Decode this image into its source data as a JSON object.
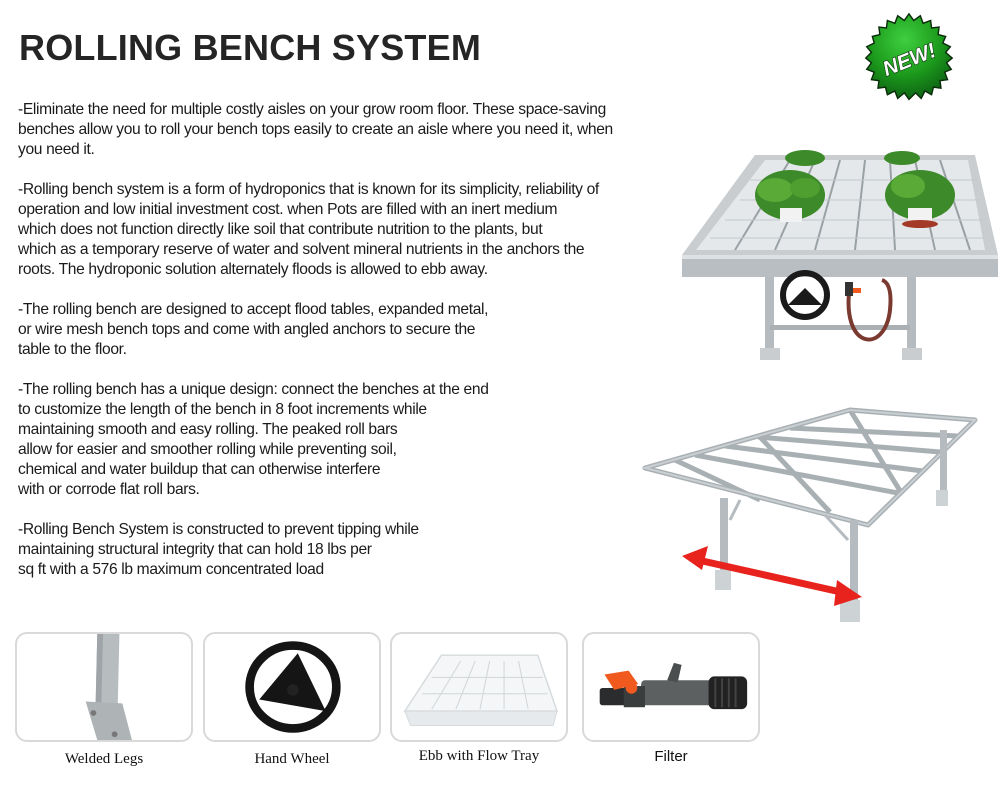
{
  "header": {
    "title": "ROLLING BENCH SYSTEM",
    "badge": {
      "label": "NEW!",
      "color": "#1f8a1f"
    }
  },
  "paragraphs": [
    "-Eliminate the need for multiple costly aisles on your grow room floor. These space-saving\nbenches allow you to roll your bench tops easily to create an aisle where you need it, when\nyou need it.",
    "-Rolling bench system is a form of hydroponics that is known for its simplicity, reliability of\noperation and low initial investment cost. when Pots are filled with an inert medium\nwhich does not function directly like soil that contribute nutrition to the plants, but\nwhich as a temporary reserve of water and solvent mineral nutrients in the anchors the\nroots. The hydroponic solution alternately floods is allowed to ebb away.",
    "-The rolling bench are designed to accept flood tables, expanded metal,\nor wire mesh bench tops and come with angled anchors to secure the\ntable to the floor.",
    "-The rolling bench has a unique design: connect the benches at the end\nto customize the length of the bench in 8 foot increments while\n maintaining smooth and easy rolling. The peaked roll bars\nallow for easier and smoother rolling while preventing soil,\nchemical and water buildup that can otherwise interfere\nwith or corrode flat roll bars.",
    "-Rolling Bench System is constructed to prevent tipping while\nmaintaining structural integrity that can hold 18 lbs per\nsq ft with a 576 lb maximum concentrated load"
  ],
  "photos": {
    "flood_table": {
      "description": "rolling bench with flood tray, potted plants, hand wheel and hose"
    },
    "bench_frame": {
      "description": "aluminum rolling bench frame with red double-headed arrow",
      "arrow_color": "#e8231e"
    }
  },
  "accessories": [
    {
      "label": "Welded Legs",
      "icon": "welded-leg"
    },
    {
      "label": "Hand Wheel",
      "icon": "hand-wheel"
    },
    {
      "label": "Ebb with Flow Tray",
      "icon": "flow-tray"
    },
    {
      "label": "Filter",
      "icon": "filter",
      "accent": "#f05a1e"
    }
  ]
}
